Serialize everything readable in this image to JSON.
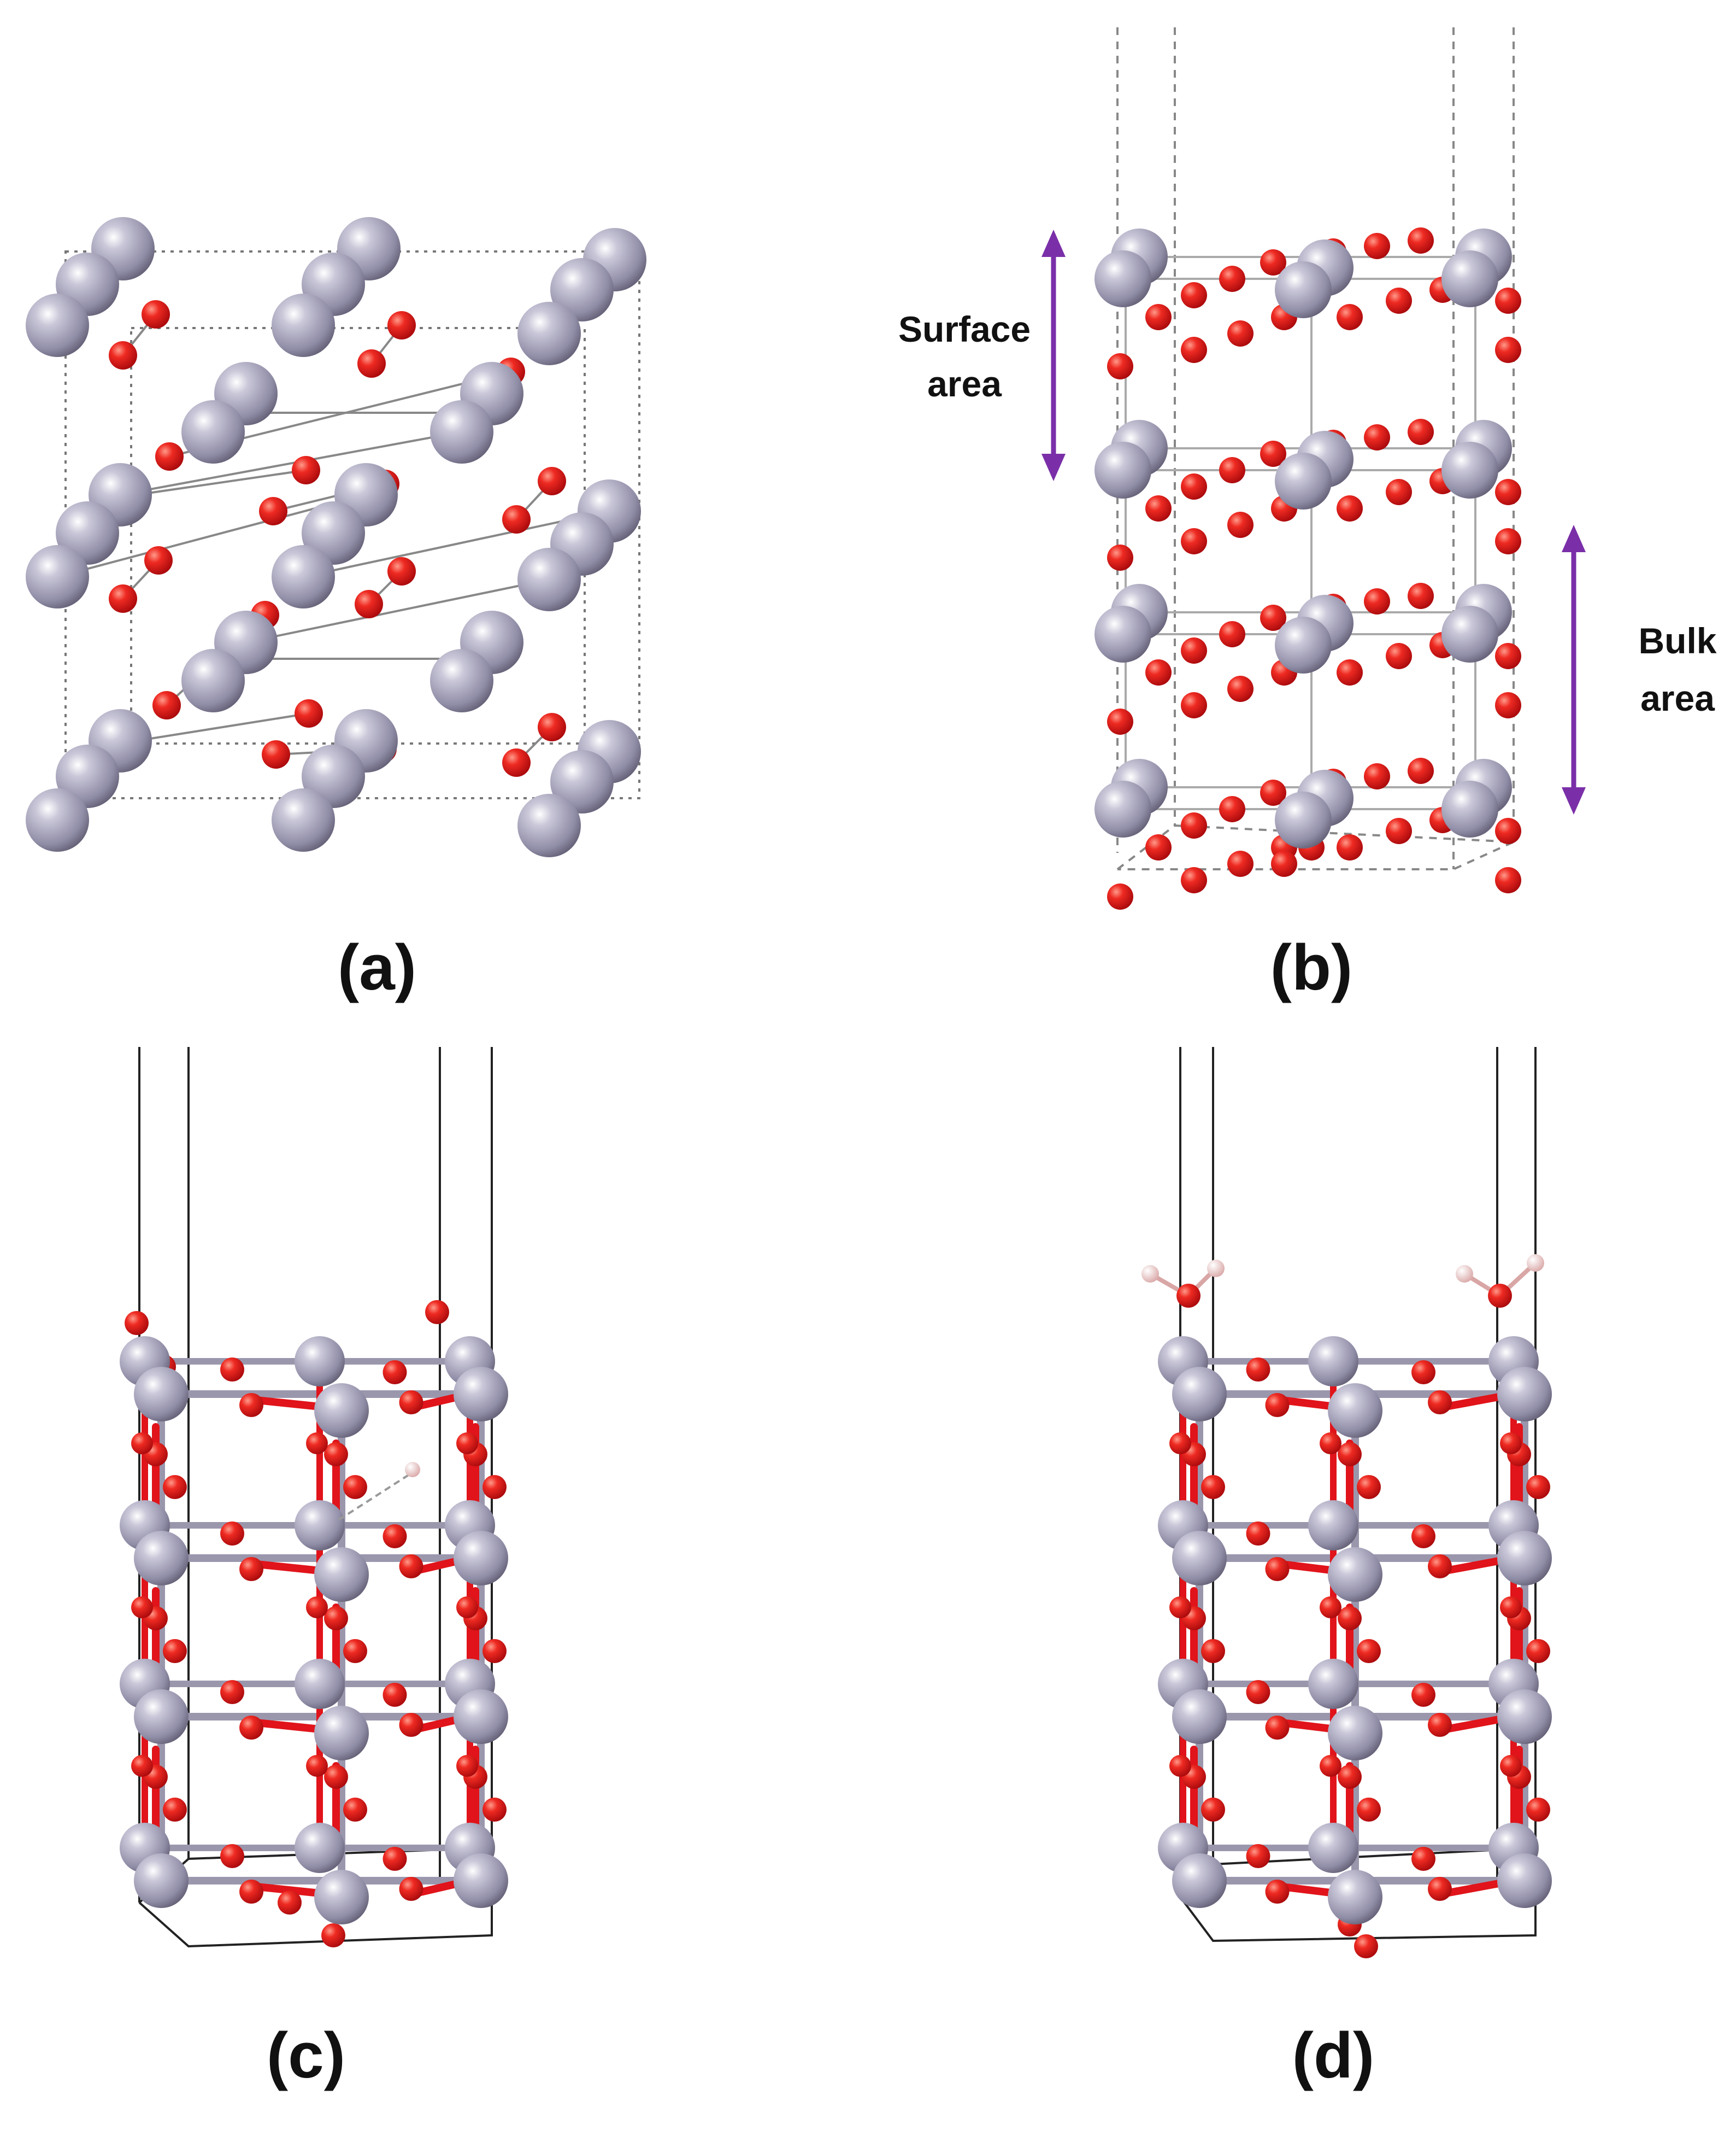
{
  "figure": {
    "panels": [
      {
        "id": "a",
        "label": "(a)"
      },
      {
        "id": "b",
        "label": "(b)"
      },
      {
        "id": "c",
        "label": "(c)"
      },
      {
        "id": "d",
        "label": "(d)"
      }
    ],
    "annotations": {
      "surface": {
        "line1": "Surface",
        "line2": "area"
      },
      "bulk": {
        "line1": "Bulk",
        "line2": "area"
      }
    }
  },
  "colors": {
    "metal_atom": "#8f8ca6",
    "oxygen_atom": "#e0141a",
    "hydrogen_atom": "#f2d0d0",
    "bond_metal": "#9a97ad",
    "bond_oxygen": "#e0141a",
    "cell_line": "#222222",
    "cell_dotted": "#777777",
    "arrow": "#7a2fa8"
  },
  "icons": {
    "arrow": "double-headed-arrow-icon"
  }
}
